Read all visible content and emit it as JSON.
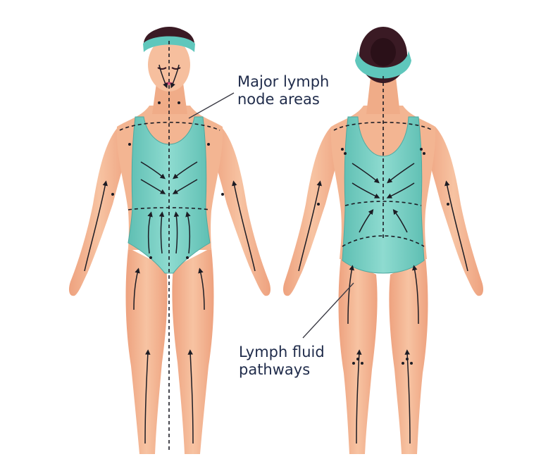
{
  "labels": {
    "lymph_nodes": {
      "line1": "Major lymph",
      "line2": "node areas"
    },
    "lymph_pathways": {
      "line1": "Lymph fluid",
      "line2": "pathways"
    }
  },
  "colors": {
    "skin": "#f4b995",
    "skin_shadow": "#e89a78",
    "swimsuit": "#6fcbc0",
    "swimsuit_dark": "#4ea9a0",
    "hair": "#3a1a24",
    "headband": "#5fc7bc",
    "pathway": "#1c1c24",
    "label_text": "#1f2b4a",
    "pointer_line": "#3a3a44"
  },
  "figures": [
    {
      "view": "front-view-figure"
    },
    {
      "view": "back-view-figure"
    }
  ]
}
